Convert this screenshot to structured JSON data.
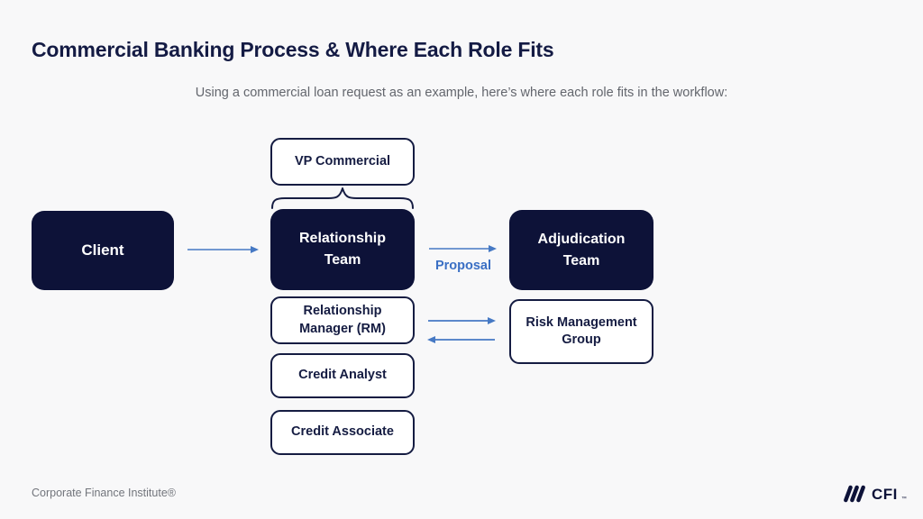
{
  "slide": {
    "title": "Commercial Banking Process & Where Each Role Fits",
    "subtitle": "Using a commercial loan request as an example, here’s where each role fits in the workflow:"
  },
  "diagram": {
    "nodes": {
      "vp_commercial": "VP Commercial",
      "client": "Client",
      "relationship_team": "Relationship Team",
      "adjudication_team": "Adjudication Team",
      "relationship_manager": "Relationship Manager (RM)",
      "credit_analyst": "Credit Analyst",
      "credit_associate": "Credit Associate",
      "risk_management_group": "Risk Management Group"
    },
    "labels": {
      "proposal": "Proposal"
    },
    "connectors": {
      "brace": "curly-brace-from-vp-commercial-to-relationship-team",
      "client_to_relationship_team": "arrow-right",
      "relationship_team_to_adjudication_team": "arrow-right",
      "relationship_manager_to_risk_group": "arrow-right",
      "risk_group_to_relationship_manager": "arrow-left"
    },
    "colors": {
      "navy_fill": "#0d1238",
      "navy_line": "#151c42",
      "arrow_blue": "#4679c4",
      "proposal_blue": "#3a6fc4",
      "background": "#f8f8f9"
    }
  },
  "footer": {
    "attribution": "Corporate Finance Institute®",
    "logo": {
      "icon": "three-slanted-bars-icon",
      "text": "CFI",
      "mark": "™"
    }
  }
}
